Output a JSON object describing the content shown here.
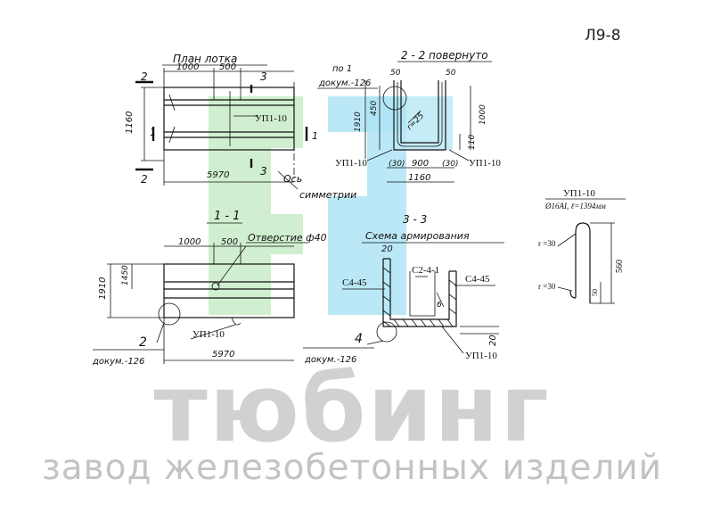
{
  "drawing_code": "Л9-8",
  "watermark": {
    "brand": "тюбинг",
    "subtitle": "завод железобетонных изделий"
  },
  "plan": {
    "title": "План лотка",
    "dims": [
      "1000",
      "500",
      "5970",
      "1160"
    ],
    "cut_marks": [
      "2",
      "2",
      "3",
      "3",
      "1",
      "1"
    ],
    "bar_label": "УП1-10",
    "axis_label_1": "Ось",
    "axis_label_2": "симметрии"
  },
  "section22": {
    "title": "2 - 2 повернуто",
    "ref_1": "по 1",
    "ref_2": "докум.-126",
    "dims": [
      "50",
      "50",
      "450",
      "1910",
      "1000",
      "110",
      "(30)",
      "900",
      "(30)",
      "1160"
    ],
    "radius": "r=25",
    "bar_left": "УП1-10",
    "bar_right": "УП1-10"
  },
  "section11": {
    "title": "1 - 1",
    "dims": [
      "1000",
      "500",
      "1910",
      "1450",
      "5970"
    ],
    "hole": "Отверстие ф40",
    "node_num": "2",
    "node_ref": "докум.-126",
    "bar_label": "УП1-10"
  },
  "section33": {
    "title": "3 - 3",
    "subtitle": "Схема армирования",
    "dims": [
      "20",
      "20"
    ],
    "mesh_left": "С4-45",
    "mesh_mid": "С2-4-1",
    "mesh_right": "С4-45",
    "small_label": "6",
    "node_num": "4",
    "node_ref": "докум.-126",
    "bar_label": "УП1-10"
  },
  "loop": {
    "title": "УП1-10",
    "spec": "Ø16AI, ℓ=1394мм",
    "r_top": "r =30",
    "r_bottom": "r =30",
    "height": "560",
    "small": "50"
  },
  "colors": {
    "green_mark": "#c8ecc8",
    "blue_mark": "#aee4f4",
    "watermark": "#c9c9c9"
  }
}
